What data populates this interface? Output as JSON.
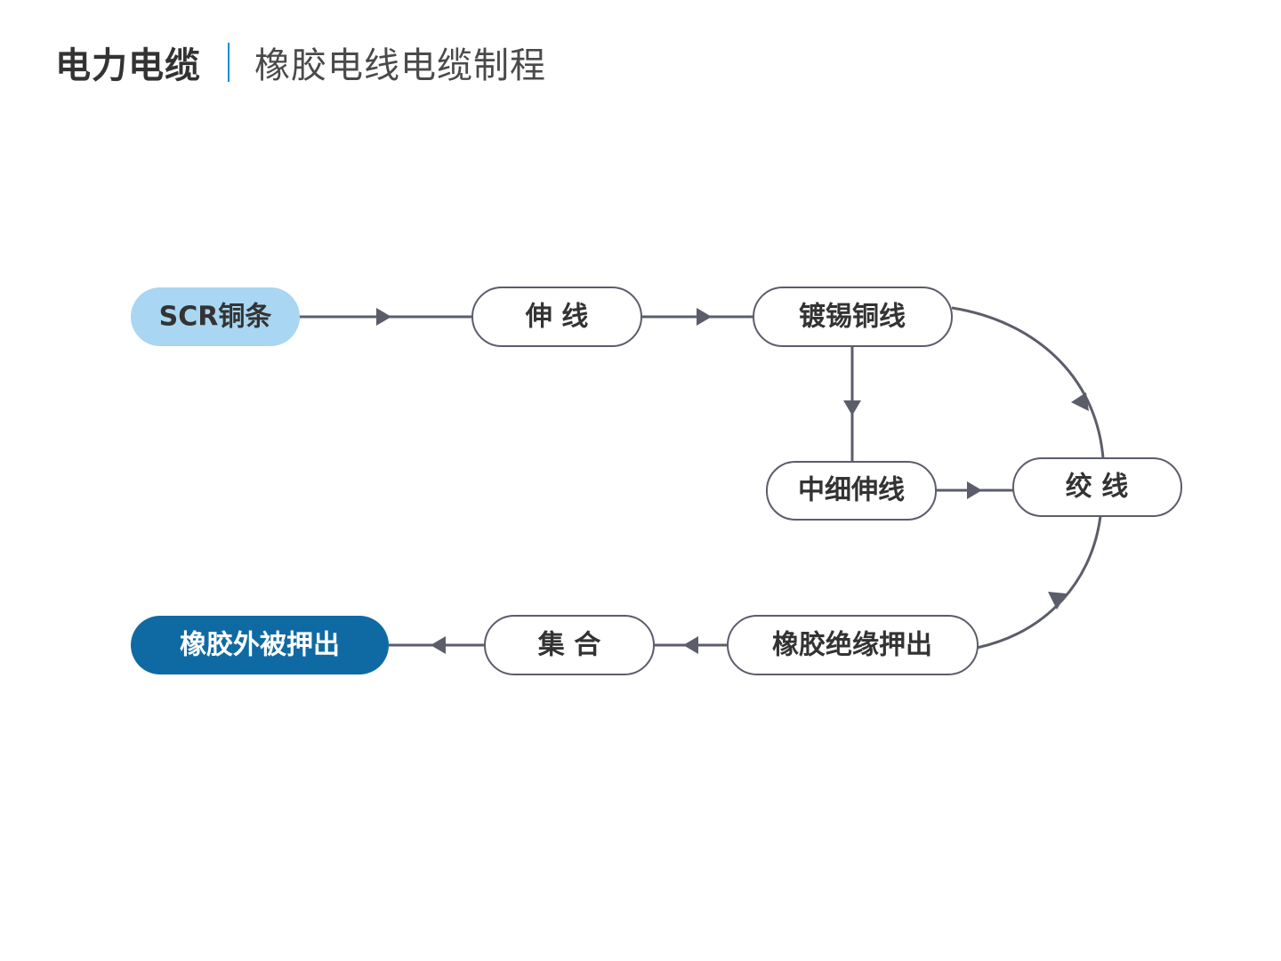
{
  "header": {
    "category": "电力电缆",
    "title": "橡胶电线电缆制程"
  },
  "colors": {
    "start_fill": "#a9d6f2",
    "end_fill": "#0f6aa3",
    "node_stroke": "#5b5d6b",
    "connector": "#5b5d6b",
    "divider_accent": "#1a8fd1"
  },
  "nodes": {
    "scr_copper_rod": "SCR铜条",
    "wire_drawing": "伸 线",
    "tinned_copper_wire": "镀锡铜线",
    "medium_fine_drawing": "中细伸线",
    "stranding": "绞 线",
    "rubber_insulation_extrusion": "橡胶绝缘押出",
    "cabling": "集 合",
    "rubber_sheath_extrusion": "橡胶外被押出"
  }
}
